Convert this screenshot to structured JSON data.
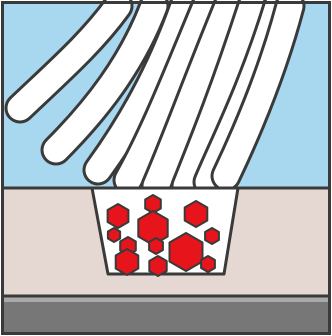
{
  "figure": {
    "panels": [
      "sky",
      "substrate",
      "trench",
      "base-plate"
    ],
    "strands": 8,
    "particles": 12,
    "colors": {
      "frame": "#3a3a3a",
      "sky": "#a8d8ef",
      "substrate": "#e5d8d3",
      "base_light": "#9b9b9b",
      "base_dark": "#6e6e6e",
      "trench_fill": "#ffffff",
      "strand_fill": "#ffffff",
      "particle": "#e8141c",
      "outline": "#3a3a3a"
    }
  }
}
